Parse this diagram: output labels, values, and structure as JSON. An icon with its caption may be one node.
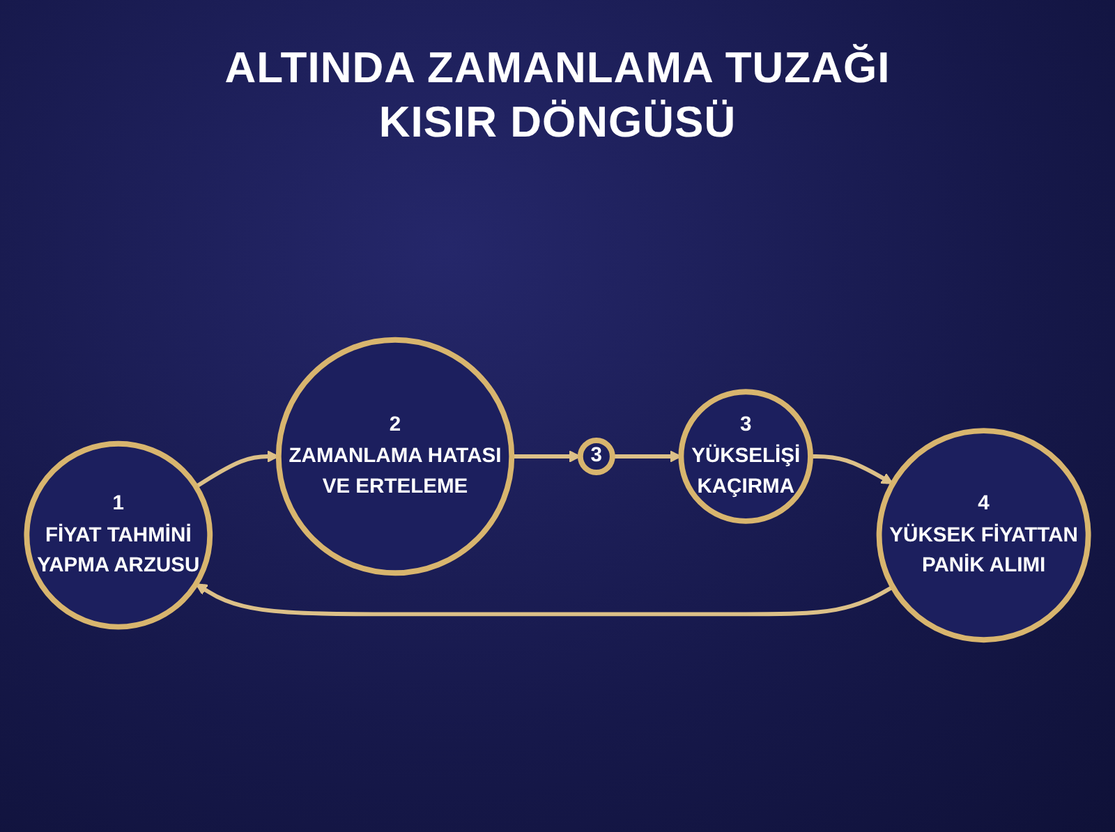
{
  "diagram": {
    "title": "ALTINDA ZAMANLAMA TUZAĞI KISIR DÖNGÜSÜ",
    "nodes": [
      {
        "text": [
          "1",
          "FİYAT TAHMİNİ YAPMA ARZUSU"
        ]
      },
      {
        "text": [
          "2",
          "ZAMANLAMA HATASI VE ERTELEME"
        ]
      },
      {
        "text": [
          "3"
        ]
      },
      {
        "text": [
          "3",
          "YÜKSELİŞİ KAÇIRMA"
        ]
      },
      {
        "text": [
          "4",
          "YÜKSEK FİYATTAN PANİK ALIMI"
        ]
      }
    ],
    "edges": [
      {
        "from": 0,
        "to": 1,
        "arrow": "to"
      },
      {
        "from": 1,
        "to": 2,
        "arrow": "to"
      },
      {
        "from": 2,
        "to": 3,
        "arrow": "to"
      },
      {
        "from": 3,
        "to": 4,
        "arrow": "to"
      },
      {
        "from": 4,
        "to": 0,
        "arrow": "to"
      }
    ]
  }
}
